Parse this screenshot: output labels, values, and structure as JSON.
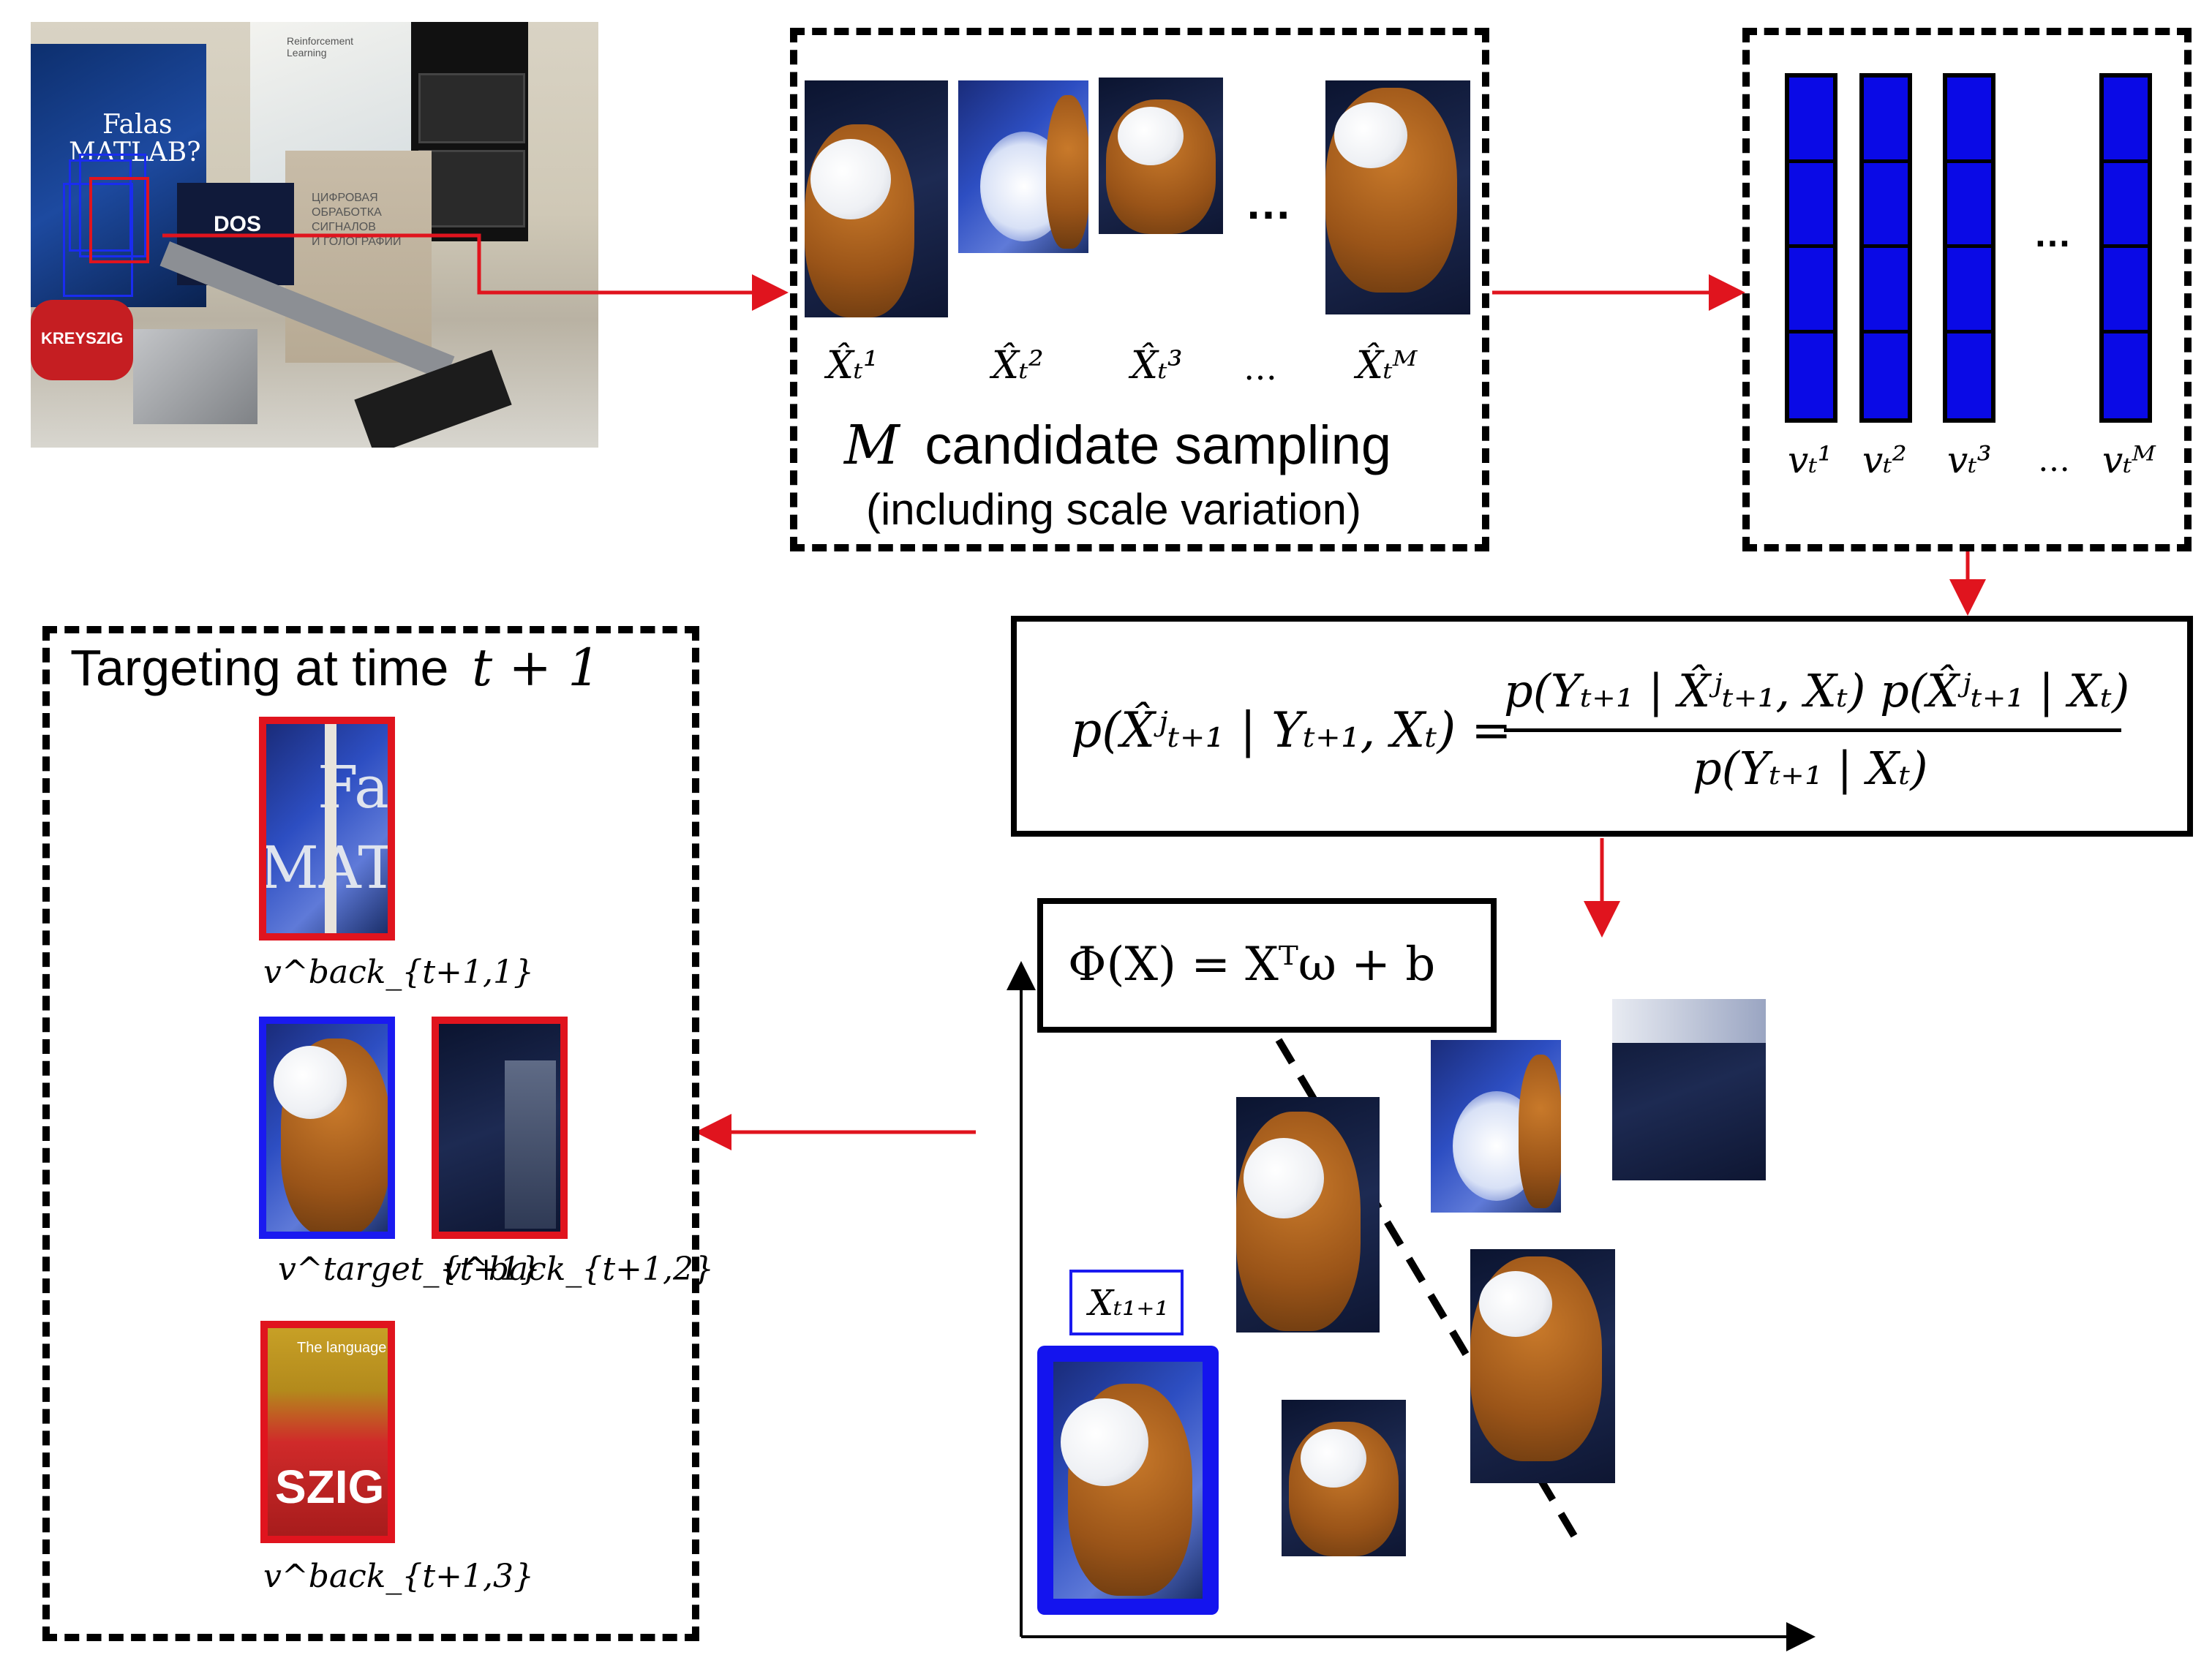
{
  "scene_photo": {
    "book_title_line1": "Falas",
    "book_title_line2": "MATLAB?",
    "book2_title": "Reinforcement Learning",
    "book3_lines": [
      "ЦИФРОВАЯ",
      "ОБРАБОТКА",
      "СИГНАЛОВ",
      "И ГОЛОГРАФИИ"
    ],
    "brand_label": "KREYSZIG",
    "dos_label": "DOS"
  },
  "sampling_box": {
    "labels": [
      "X̂ₜ¹",
      "X̂ₜ²",
      "X̂ₜ³",
      "…",
      "X̂ₜᴹ"
    ],
    "dots": "…",
    "title_var": "M",
    "title": "candidate sampling",
    "subtitle": "(including scale variation)"
  },
  "vector_box": {
    "labels": [
      "vₜ¹",
      "vₜ²",
      "vₜ³",
      "…",
      "vₜᴹ"
    ],
    "dots": "…",
    "column_color": "#0a0ae6"
  },
  "bayes_formula": {
    "lhs": "p(X̂ʲₜ₊₁ | Yₜ₊₁, Xₜ) =",
    "numerator": "p(Yₜ₊₁ | X̂ʲₜ₊₁, Xₜ) p(X̂ʲₜ₊₁ | Xₜ)",
    "denominator": "p(Yₜ₊₁ | Xₜ)"
  },
  "classifier": {
    "formula": "Φ(X) = Xᵀω + b",
    "selected_label": "Xₜ₁₊₁"
  },
  "targeting_box": {
    "title_text": "Targeting at time",
    "title_math": "t + 1",
    "labels": {
      "back1": "v^back_{t+1,1}",
      "target": "v^target_{t+1}",
      "back2": "v^back_{t+1,2}",
      "back3": "v^back_{t+1,3}"
    },
    "patch_texts": {
      "back1": "Fa",
      "back1_b": "MAT",
      "back3_top": "The language",
      "back3": "SZIG"
    }
  },
  "colors": {
    "arrow": "#e0141e",
    "background_border": "#e0141e",
    "target_border": "#1a1af0"
  }
}
